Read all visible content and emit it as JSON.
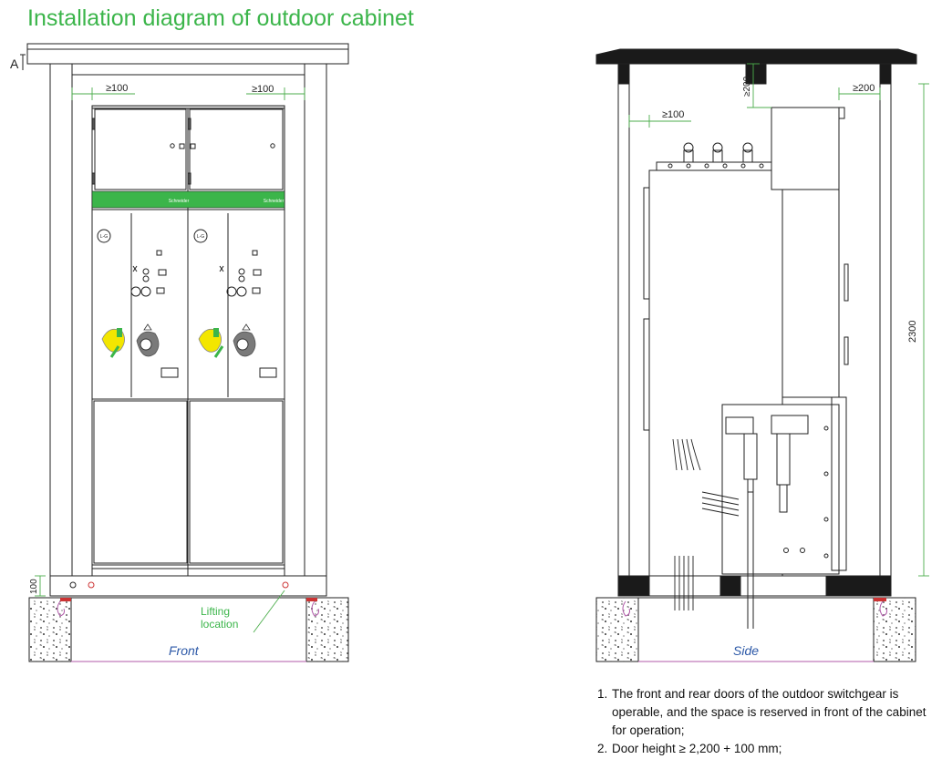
{
  "title": "Installation diagram of outdoor cabinet",
  "colors": {
    "accent_green": "#3bb54a",
    "dimension_green": "#4cae4c",
    "caption_blue": "#2e5aa8",
    "foundation_magenta": "#b05aa8",
    "roof_black": "#1a1a1a",
    "handle_yellow": "#f3e600",
    "handle_grey": "#7a7a7a"
  },
  "front_view": {
    "caption": "Front",
    "label_a": "A",
    "clearance_left": "≥100",
    "clearance_right": "≥100",
    "base_height": "100",
    "lifting_label": "Lifting\nlocation",
    "unit_marker": "L-G",
    "brand_mark": "Schneider"
  },
  "side_view": {
    "caption": "Side",
    "clearance_top": "≥200",
    "clearance_right_top": "≥200",
    "clearance_front": "≥100",
    "height": "2300"
  },
  "notes": [
    {
      "num": "1.",
      "text": "The front and rear doors of the outdoor switchgear is operable, and the space is reserved in front of the cabinet for operation;"
    },
    {
      "num": "2.",
      "text": "Door height ≥ 2,200 + 100 mm;"
    }
  ]
}
